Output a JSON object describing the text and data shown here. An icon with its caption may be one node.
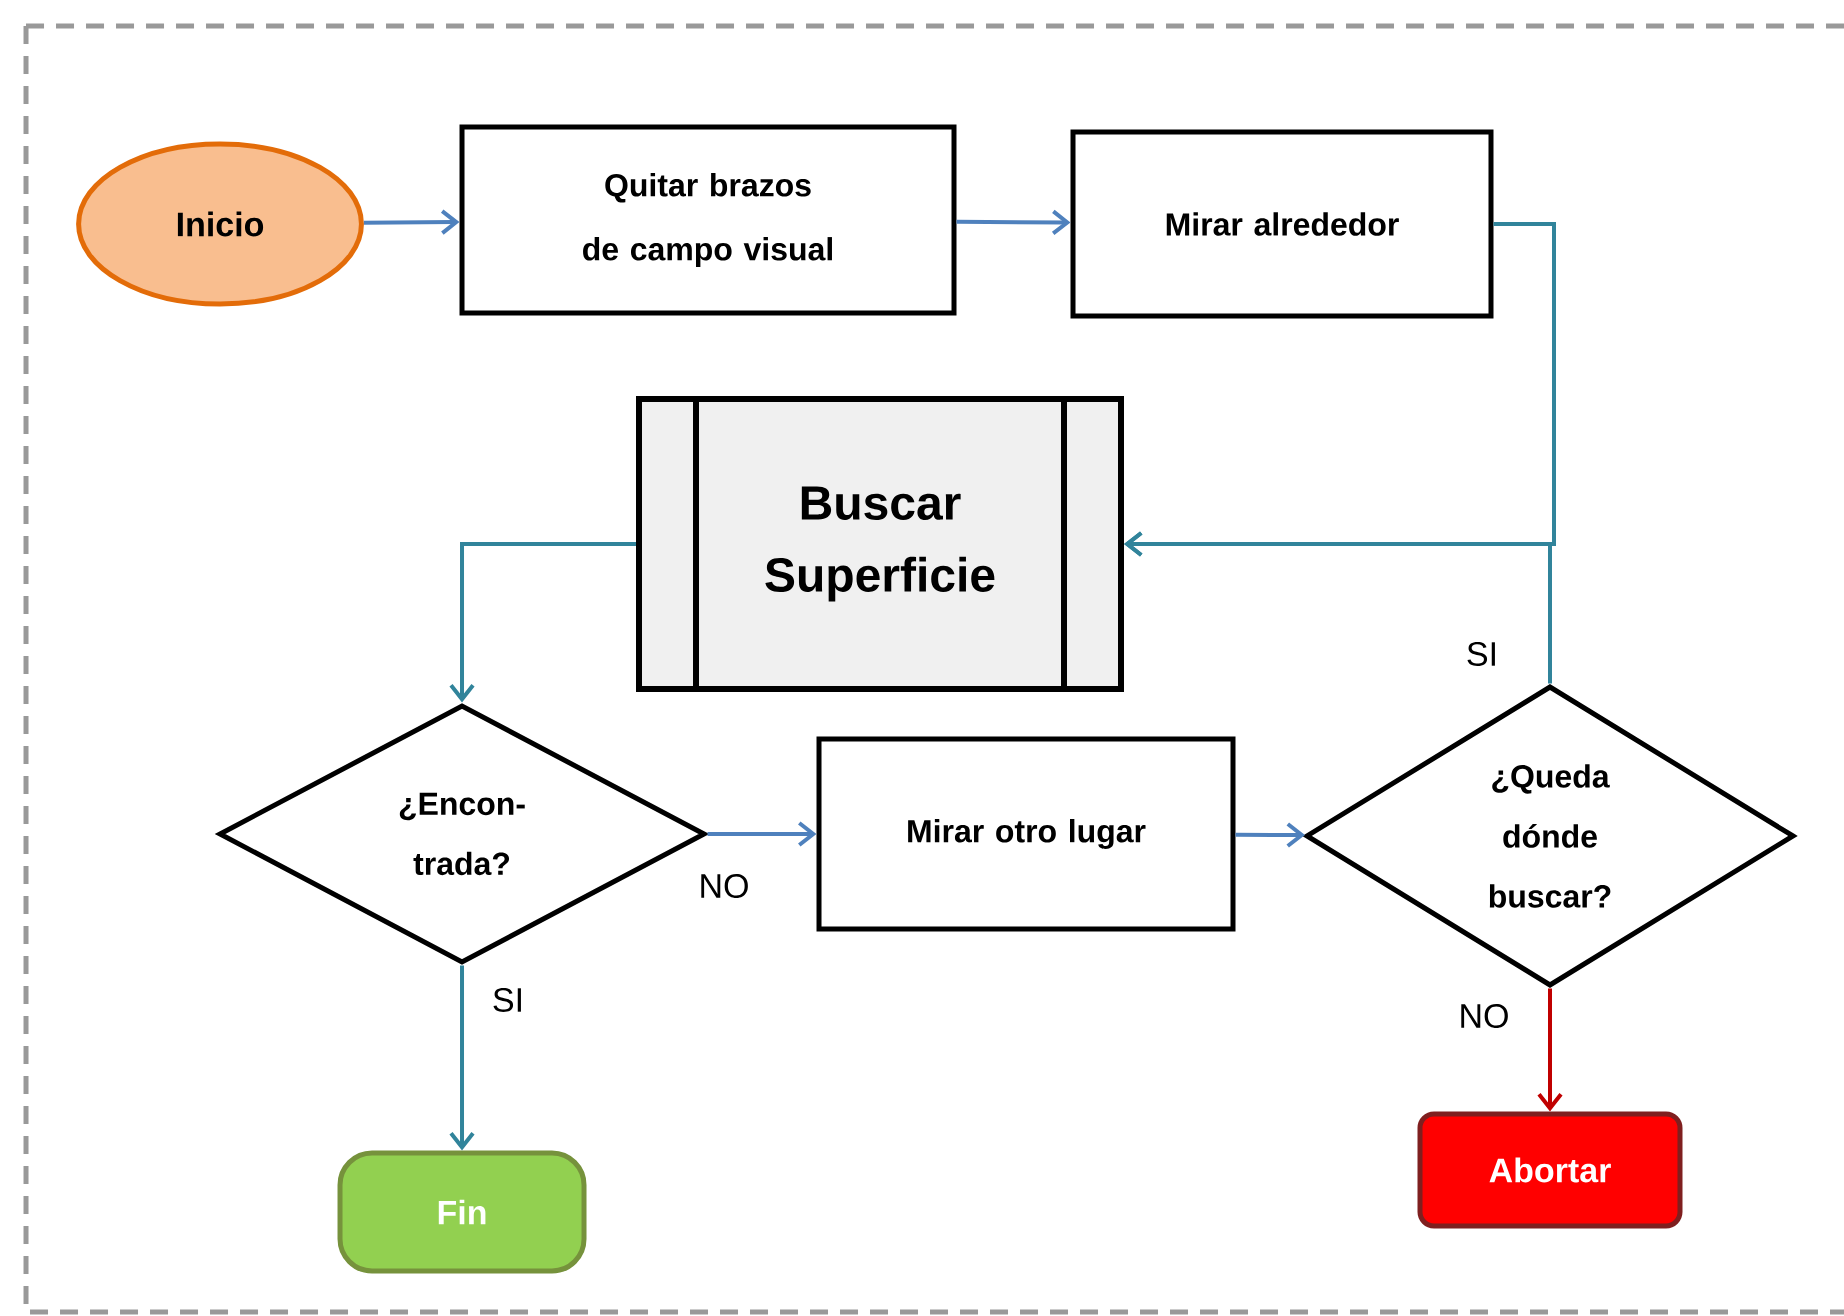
{
  "diagram": {
    "nodes": [
      {
        "text": [
          "Inicio"
        ]
      },
      {
        "text": [
          "Quitar brazos de campo visual"
        ]
      },
      {
        "text": [
          "Mirar alrededor"
        ]
      },
      {
        "text": [
          "Buscar Superficie"
        ]
      },
      {
        "text": [
          "¿Encon- trada?"
        ]
      },
      {
        "text": [
          "Mirar otro lugar"
        ]
      },
      {
        "text": [
          "¿Queda dónde buscar?"
        ]
      },
      {
        "text": [
          "Fin"
        ]
      },
      {
        "text": [
          "Abortar"
        ]
      }
    ],
    "edges": [
      {
        "from": 0,
        "to": 1,
        "arrow": "to",
        "color": "#4f81bd"
      },
      {
        "from": 1,
        "to": 2,
        "arrow": "to",
        "color": "#4f81bd"
      },
      {
        "from": 2,
        "to": 3,
        "arrow": "to"
      },
      {
        "from": 6,
        "to": 3,
        "arrow": "to",
        "label": "SI"
      },
      {
        "from": 3,
        "to": 4,
        "arrow": "to"
      },
      {
        "from": 4,
        "to": 5,
        "arrow": "to",
        "label": "NO",
        "color": "#4f81bd"
      },
      {
        "from": 5,
        "to": 6,
        "arrow": "to",
        "color": "#4f81bd"
      },
      {
        "from": 4,
        "to": 7,
        "arrow": "to",
        "label": "SI"
      },
      {
        "from": 6,
        "to": 8,
        "arrow": "to",
        "label": "NO",
        "color": "#c00000"
      }
    ]
  }
}
